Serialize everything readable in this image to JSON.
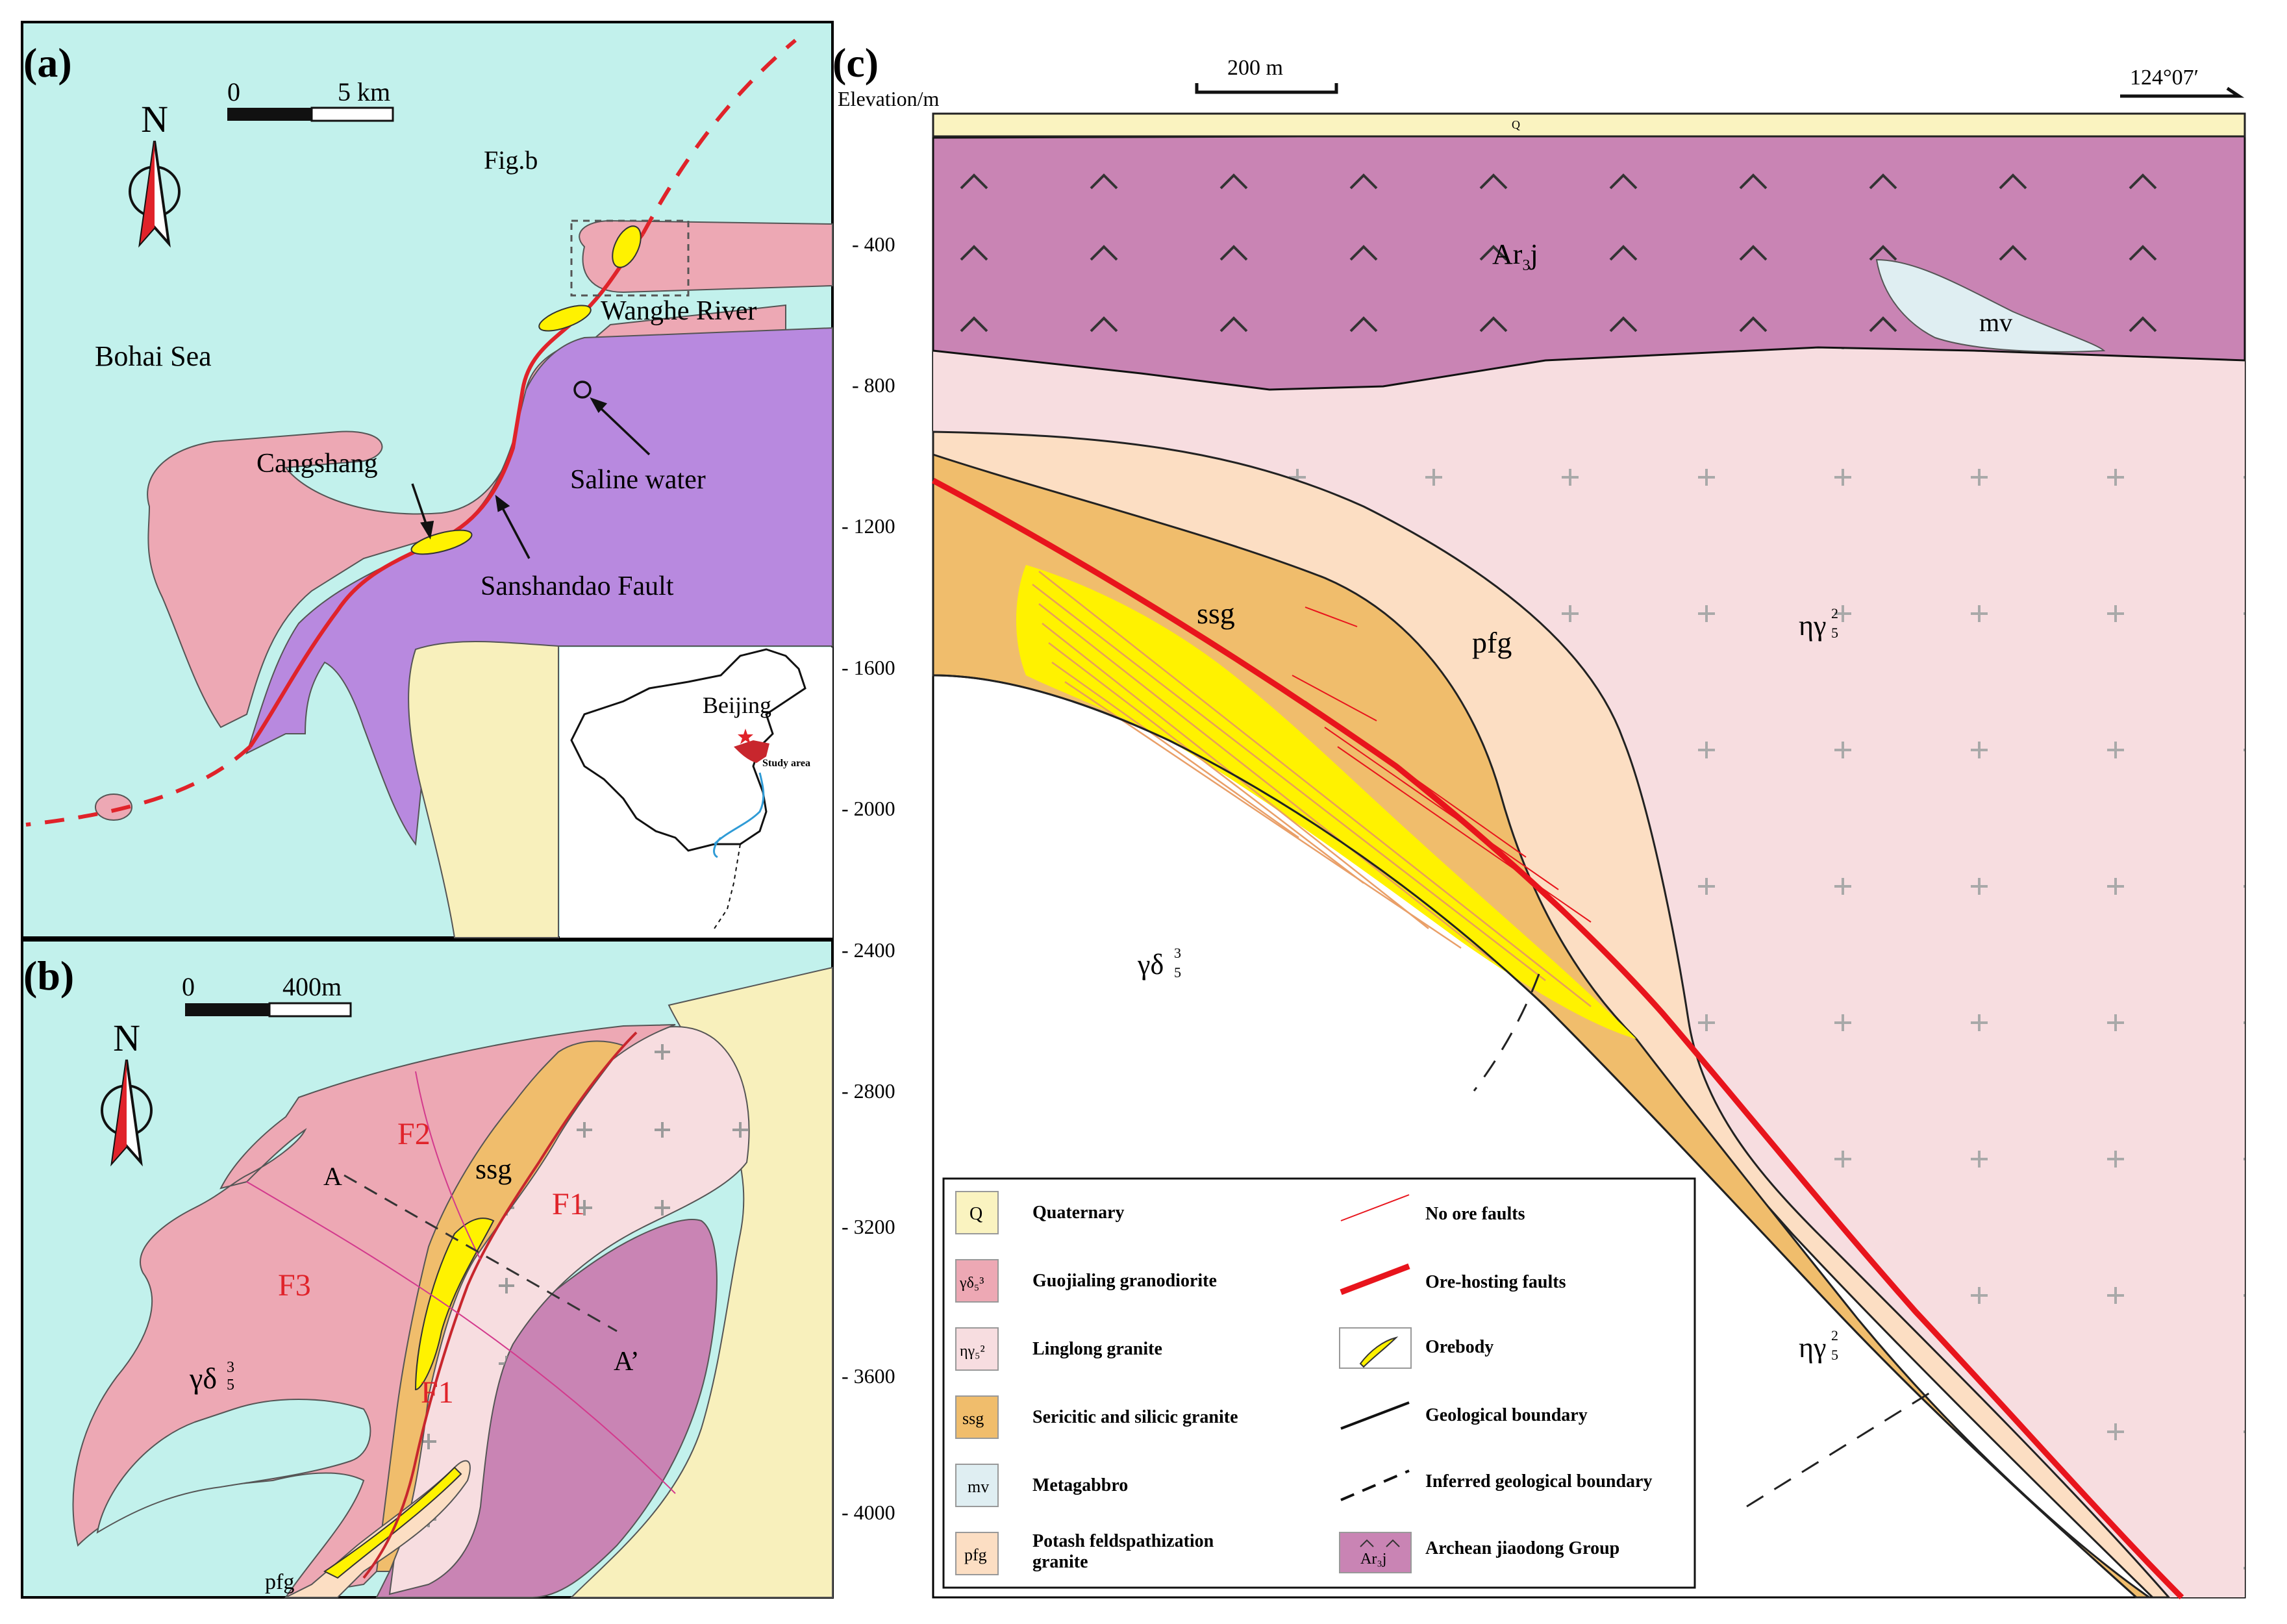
{
  "panel_a": {
    "label": "(a)",
    "scale_zero": "0",
    "scale_value": "5 km",
    "north": "N",
    "sea": "Bohai Sea",
    "fig_b_ref": "Fig.b",
    "river": "Wanghe River",
    "saline": "Saline water",
    "cangshang": "Cangshang",
    "fault": "Sanshandao Fault",
    "inset_city": "Beijing",
    "inset_study": "Study area",
    "colors": {
      "sea": "#c2f1ec",
      "granodiorite": "#eda8b4",
      "granite": "#b889df",
      "quaternary": "#f8f0bc",
      "fault": "#e0232a"
    }
  },
  "panel_b": {
    "label": "(b)",
    "scale_zero": "0",
    "scale_value": "400m",
    "north": "N",
    "ssg": "ssg",
    "pfg": "pfg",
    "f1_upper": "F1",
    "f1_lower": "F1",
    "f2": "F2",
    "f3": "F3",
    "section_start": "A",
    "section_end": "A’",
    "rock_main": "γδ",
    "rock_sup": "3",
    "rock_sub": "5"
  },
  "panel_c": {
    "label": "(c)",
    "scale_value": "200 m",
    "longitude": "124°07′",
    "elevation_title": "Elevation/m",
    "elevation_ticks": [
      "- 400",
      "- 800",
      "- 1200",
      "- 1600",
      "- 2000",
      "- 2400",
      "- 2800",
      "- 3200",
      "- 3600",
      "- 4000"
    ],
    "q_label": "Q",
    "arj_main": "Ar",
    "arj_sub": "3",
    "arj_end": "j",
    "mv": "mv",
    "ssg": "ssg",
    "pfg": "pfg",
    "ng_main": "ηγ",
    "ng_sup": "2",
    "ng_sub": "5",
    "gd_main": "γδ",
    "gd_sup": "3",
    "gd_sub": "5",
    "colors": {
      "q": "#faf3c0",
      "arj": "#c984b4",
      "mv": "#dfeef2",
      "linglong": "#f7dde0",
      "ssg": "#f0bd6c",
      "pfg": "#fcdec3",
      "orebody": "#fff200",
      "fault": "#e8141c"
    }
  },
  "legend": {
    "items": [
      {
        "symbol": "Q",
        "label": "Quaternary"
      },
      {
        "symbol": "γδ₅³",
        "label": "Guojialing granodiorite"
      },
      {
        "symbol": "ηγ₅²",
        "label": "Linglong granite"
      },
      {
        "symbol": "ssg",
        "label": "Sericitic and silicic granite"
      },
      {
        "symbol": "mv",
        "label": "Metagabbro"
      },
      {
        "symbol": "pfg",
        "label": "Potash feldspathization"
      },
      {
        "symbol": "",
        "label": "No ore faults"
      },
      {
        "symbol": "",
        "label": "Ore-hosting faults"
      },
      {
        "symbol": "",
        "label": "Orebody"
      },
      {
        "symbol": "",
        "label": "Geological boundary"
      },
      {
        "symbol": "",
        "label": "Inferred geological boundary"
      },
      {
        "symbol": "Ar₃j",
        "label": "Archean jiaodong Group"
      }
    ],
    "pfg_line2": "granite"
  }
}
